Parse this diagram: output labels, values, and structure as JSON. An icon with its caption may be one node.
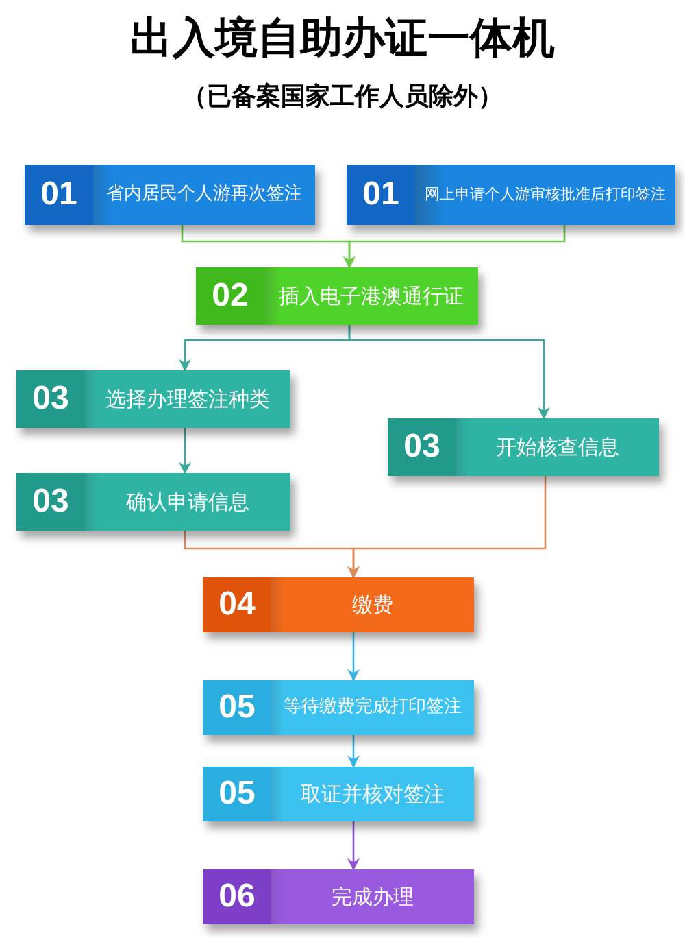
{
  "diagram": {
    "title": "出入境自助办证一体机",
    "nodes": [
      {
        "text": [
          "01",
          "省内居民个人游再次签注"
        ]
      },
      {
        "text": [
          "01",
          "网上申请个人游审核批准后打印签注"
        ]
      },
      {
        "text": [
          "02",
          "插入电子港澳通行证"
        ]
      },
      {
        "text": [
          "03",
          "选择办理签注种类"
        ]
      },
      {
        "text": [
          "03",
          "开始核查信息"
        ]
      },
      {
        "text": [
          "03",
          "确认申请信息"
        ]
      },
      {
        "text": [
          "04",
          "缴费"
        ]
      },
      {
        "text": [
          "05",
          "等待缴费完成打印签注"
        ]
      },
      {
        "text": [
          "05",
          "取证并核对签注"
        ]
      },
      {
        "text": [
          "06",
          "完成办理"
        ]
      }
    ],
    "edges": [
      {
        "from": 0,
        "to": 2,
        "arrow": "to",
        "color": "#6cc94a"
      },
      {
        "from": 1,
        "to": 2,
        "arrow": "to",
        "color": "#6cc94a"
      },
      {
        "from": 2,
        "to": 3,
        "arrow": "to",
        "color": "#3aa89c"
      },
      {
        "from": 2,
        "to": 4,
        "arrow": "to",
        "color": "#3aa89c"
      },
      {
        "from": 3,
        "to": 5,
        "arrow": "to",
        "color": "#3aa89c"
      },
      {
        "from": 5,
        "to": 6,
        "arrow": "to",
        "color": "#e08a5a"
      },
      {
        "from": 4,
        "to": 6,
        "arrow": "to",
        "color": "#e08a5a"
      },
      {
        "from": 6,
        "to": 7,
        "arrow": "to",
        "color": "#3ab4e6"
      },
      {
        "from": 7,
        "to": 8,
        "arrow": "to",
        "color": "#3ab4e6"
      },
      {
        "from": 8,
        "to": 9,
        "arrow": "to",
        "color": "#8e55d6"
      }
    ],
    "labels": [
      "（已备案国家工作人员除外）"
    ]
  }
}
